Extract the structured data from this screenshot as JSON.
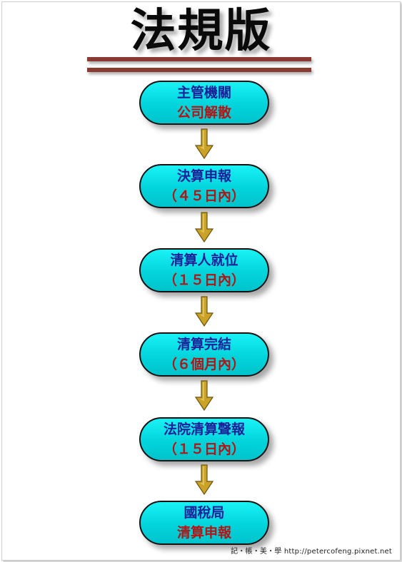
{
  "title": "法規版",
  "steps": [
    {
      "line1": "主管機關",
      "line2": "公司解散"
    },
    {
      "line1": "決算申報",
      "line2": "（４５日內）"
    },
    {
      "line1": "清算人就位",
      "line2": "（１５日內）"
    },
    {
      "line1": "清算完結",
      "line2": "（６個月內）"
    },
    {
      "line1": "法院清算聲報",
      "line2": "（１５日內）"
    },
    {
      "line1": "國稅局",
      "line2": "清算申報"
    }
  ],
  "watermark": "記・帳・美・學 http://petercofeng.pixnet.net",
  "colors": {
    "box_fill": "#03d4db",
    "line1_text": "#1f1f99",
    "line2_text": "#b41414",
    "rule": "#8b3a32",
    "arrow": "#c9a227"
  }
}
